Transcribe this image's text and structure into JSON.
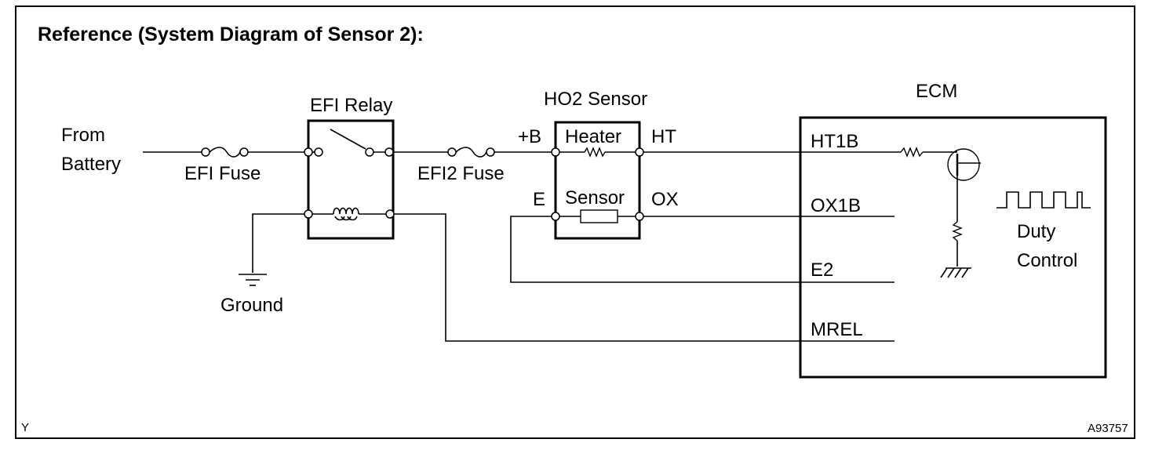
{
  "title": "Reference (System Diagram of Sensor 2):",
  "labels": {
    "from": "From",
    "battery": "Battery",
    "efi_fuse": "EFI Fuse",
    "efi_relay": "EFI Relay",
    "ground": "Ground",
    "efi2_fuse": "EFI2 Fuse",
    "ho2_sensor": "HO2 Sensor",
    "plus_b": "+B",
    "heater": "Heater",
    "ht": "HT",
    "e": "E",
    "sensor": "Sensor",
    "ox": "OX",
    "ecm": "ECM",
    "ht1b": "HT1B",
    "ox1b": "OX1B",
    "e2": "E2",
    "mrel": "MREL",
    "duty": "Duty",
    "control": "Control"
  },
  "corner_left": "Y",
  "corner_right": "A93757",
  "icons": [
    "fuse-icon",
    "relay-switch-icon",
    "relay-coil-icon",
    "resistor-icon",
    "transistor-icon",
    "ground-icon",
    "square-wave-icon"
  ]
}
